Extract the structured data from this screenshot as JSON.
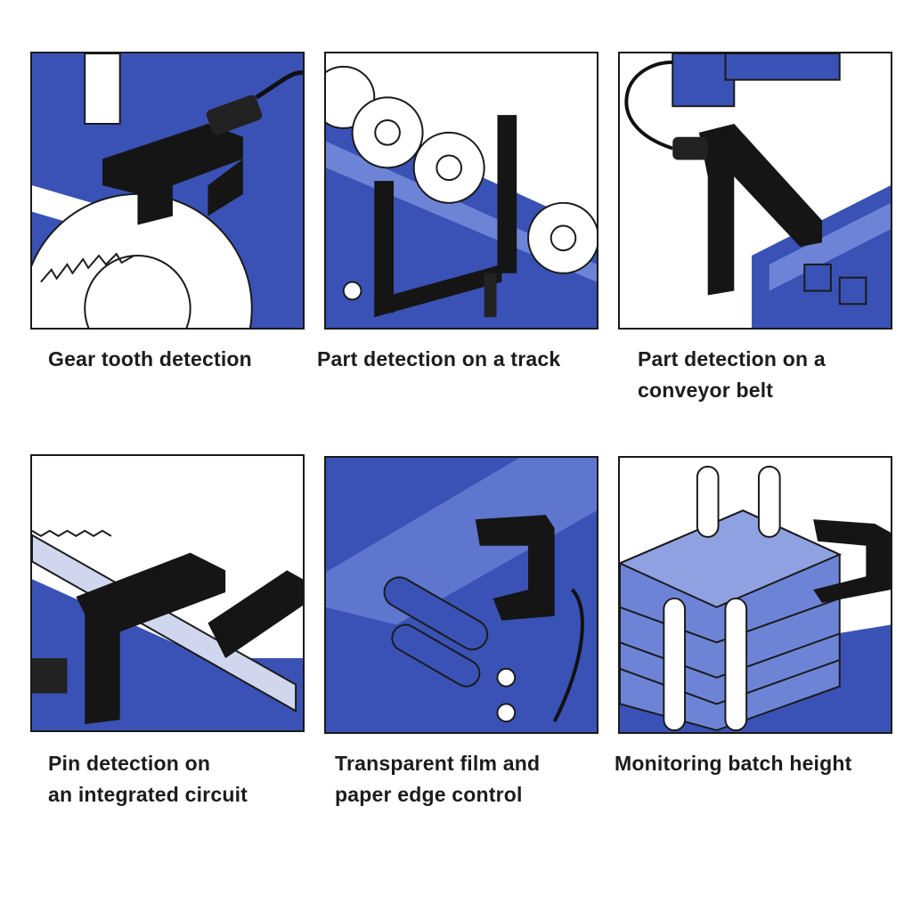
{
  "colors": {
    "machine_blue": "#3a52b5",
    "light_blue": "#6d84d6",
    "sensor_black": "#151515",
    "outline": "#1a1a1a"
  },
  "panels": [
    {
      "id": "gear-tooth",
      "caption_lines": [
        "Gear tooth detection"
      ]
    },
    {
      "id": "part-track",
      "caption_lines": [
        "Part detection on a track"
      ]
    },
    {
      "id": "conveyor-belt",
      "caption_lines": [
        "Part detection on a",
        "conveyor belt"
      ]
    },
    {
      "id": "pin-ic",
      "caption_lines": [
        "Pin detection on",
        "an integrated circuit"
      ]
    },
    {
      "id": "film-edge",
      "caption_lines": [
        "Transparent film and",
        "paper edge control"
      ]
    },
    {
      "id": "batch-height",
      "caption_lines": [
        "Monitoring batch height"
      ]
    }
  ]
}
